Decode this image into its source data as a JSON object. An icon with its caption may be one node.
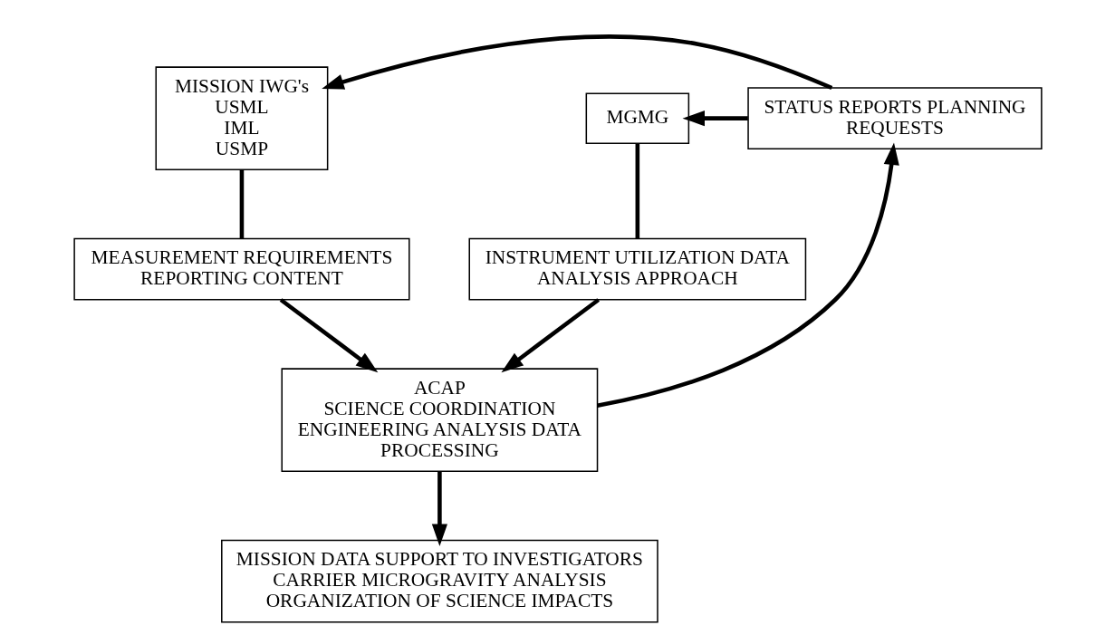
{
  "diagram": {
    "nodes": [
      {
        "text": [
          "MISSION IWG's",
          "USML",
          "IML",
          "USMP"
        ]
      },
      {
        "text": [
          "STATUS REPORTS PLANNING REQUESTS"
        ]
      },
      {
        "text": [
          "MGMG"
        ]
      },
      {
        "text": [
          "MEASUREMENT REQUIREMENTS REPORTING CONTENT"
        ]
      },
      {
        "text": [
          "INSTRUMENT UTILIZATION DATA ANALYSIS APPROACH"
        ]
      },
      {
        "text": [
          "ACAP",
          "SCIENCE COORDINATION ENGINEERING ANALYSIS DATA PROCESSING"
        ]
      },
      {
        "text": [
          "MISSION DATA SUPPORT TO INVESTIGATORS CARRIER MICROGRAVITY ANALYSIS ORGANIZATION OF SCIENCE IMPACTS"
        ]
      }
    ],
    "edges": [
      {
        "from": 1,
        "to": 0,
        "arrow": "to"
      },
      {
        "from": 1,
        "to": 2,
        "arrow": "to"
      },
      {
        "from": 0,
        "to": 3,
        "arrow": "none"
      },
      {
        "from": 2,
        "to": 4,
        "arrow": "none"
      },
      {
        "from": 3,
        "to": 5,
        "arrow": "to"
      },
      {
        "from": 4,
        "to": 5,
        "arrow": "to"
      },
      {
        "from": 5,
        "to": 1,
        "arrow": "to"
      },
      {
        "from": 5,
        "to": 6,
        "arrow": "to"
      }
    ]
  }
}
